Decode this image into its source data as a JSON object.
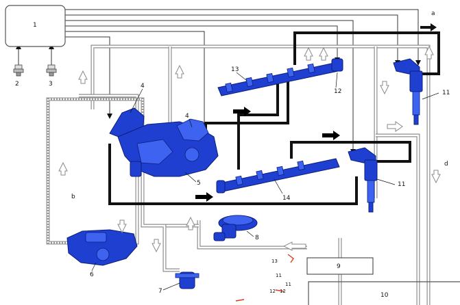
{
  "labels": {
    "ecu": "1",
    "sensor_a": "2",
    "sensor_b": "3",
    "pump_top_left": "4",
    "pump_top_right": "4",
    "pump_body": "5",
    "supply_pump": "6",
    "filter": "7",
    "pressure_valve": "8",
    "tank_box": "9",
    "tank": "10",
    "injector_top": "11",
    "injector_bottom": "11",
    "pressure_sensor": "12",
    "rail_top": "13",
    "rail_bottom": "14",
    "flow_a": "a",
    "flow_b": "b",
    "flow_d": "d"
  },
  "legend_fragments": {
    "frag_13": "13",
    "frag_11a": "11",
    "frag_11b": "11",
    "frag_12a": "12",
    "frag_12b": "12"
  },
  "colors": {
    "component": "#1f3fd0",
    "high_pressure_line": "#111111",
    "return_line": "#8c8c8c",
    "marker_red": "#d93a1a"
  }
}
